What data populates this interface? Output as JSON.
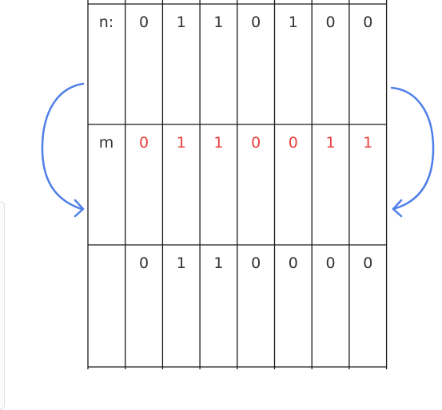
{
  "table": {
    "rows": [
      {
        "label": "n:",
        "bits": [
          "0",
          "1",
          "1",
          "0",
          "1",
          "0",
          "0"
        ],
        "highlighted": false
      },
      {
        "label": "m",
        "bits": [
          "0",
          "1",
          "1",
          "0",
          "0",
          "1",
          "1"
        ],
        "highlighted": true
      },
      {
        "label": "",
        "bits": [
          "0",
          "1",
          "1",
          "0",
          "0",
          "0",
          "0"
        ],
        "highlighted": false
      }
    ]
  },
  "colors": {
    "text": "#333333",
    "highlight": "#e5413d",
    "grid": "#1a1a1a",
    "arrow": "#4f7fe8"
  },
  "icons": {
    "left_arrow": "curved-arrow-down-left-icon",
    "right_arrow": "curved-arrow-down-right-icon"
  }
}
